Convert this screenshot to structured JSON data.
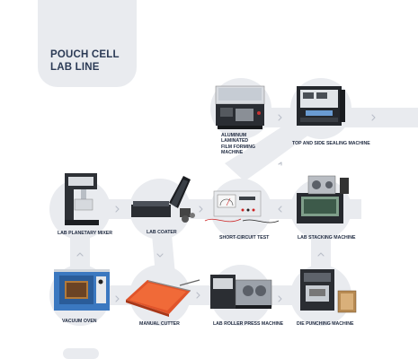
{
  "title": {
    "line1": "POUCH CELL",
    "line2": "LAB LINE"
  },
  "colors": {
    "track": "#e9ebef",
    "title_text": "#2b3a55",
    "label_text": "#1f2a40",
    "arrow": "#b9bec8"
  },
  "stations": [
    {
      "id": "aluminum-film",
      "label_lines": [
        "ALUMINUM",
        "LAMINATED",
        "FILM FORMING",
        "MACHINE"
      ],
      "icon": "film-forming-machine-icon"
    },
    {
      "id": "top-side-sealing",
      "label_lines": [
        "TOP AND SIDE SEALING MACHINE"
      ],
      "icon": "sealing-machine-icon"
    },
    {
      "id": "planetary-mixer",
      "label_lines": [
        "LAB PLANETARY MIXER"
      ],
      "icon": "planetary-mixer-icon"
    },
    {
      "id": "lab-coater",
      "label_lines": [
        "LAB COATER"
      ],
      "icon": "coater-icon"
    },
    {
      "id": "short-circuit",
      "label_lines": [
        "SHORT-CIRCUIT TEST"
      ],
      "icon": "short-circuit-tester-icon"
    },
    {
      "id": "lab-stacking",
      "label_lines": [
        "LAB STACKING MACHINE"
      ],
      "icon": "stacking-machine-icon"
    },
    {
      "id": "vacuum-oven",
      "label_lines": [
        "VACUUM OVEN"
      ],
      "icon": "vacuum-oven-icon"
    },
    {
      "id": "manual-cutter",
      "label_lines": [
        "MANUAL CUTTER"
      ],
      "icon": "manual-cutter-icon"
    },
    {
      "id": "roller-press",
      "label_lines": [
        "LAB ROLLER PRESS MACHINE"
      ],
      "icon": "roller-press-icon"
    },
    {
      "id": "die-punching",
      "label_lines": [
        "DIE PUNCHING MACHINE"
      ],
      "icon": "die-punching-icon"
    }
  ]
}
